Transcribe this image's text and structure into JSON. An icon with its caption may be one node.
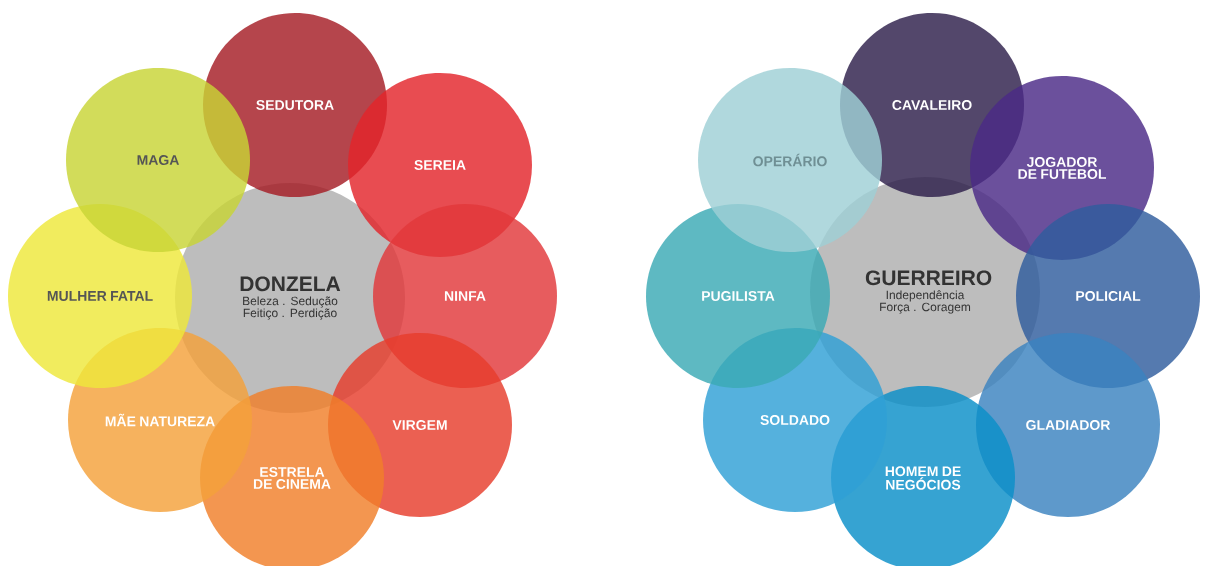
{
  "diagram": {
    "nodes": [
      {
        "text": [
          "DONZELA",
          "Beleza . Sedução Feitiço . Perdição"
        ]
      },
      {
        "text": [
          "SEDUTORA"
        ]
      },
      {
        "text": [
          "SEREIA"
        ]
      },
      {
        "text": [
          "NINFA"
        ]
      },
      {
        "text": [
          "VIRGEM"
        ]
      },
      {
        "text": [
          "ESTRELA DE CINEMA"
        ]
      },
      {
        "text": [
          "MÃE NATUREZA"
        ]
      },
      {
        "text": [
          "MULHER FATAL"
        ]
      },
      {
        "text": [
          "MAGA"
        ]
      },
      {
        "text": [
          "GUERREIRO",
          "Independência Força . Coragem"
        ]
      },
      {
        "text": [
          "CAVALEIRO"
        ]
      },
      {
        "text": [
          "JOGADOR DE FUTEBOL"
        ]
      },
      {
        "text": [
          "POLICIAL"
        ]
      },
      {
        "text": [
          "GLADIADOR"
        ]
      },
      {
        "text": [
          "HOMEM DE NEGÓCIOS"
        ]
      },
      {
        "text": [
          "SOLDADO"
        ]
      },
      {
        "text": [
          "PUGILISTA"
        ]
      },
      {
        "text": [
          "OPERÁRIO"
        ]
      }
    ]
  }
}
